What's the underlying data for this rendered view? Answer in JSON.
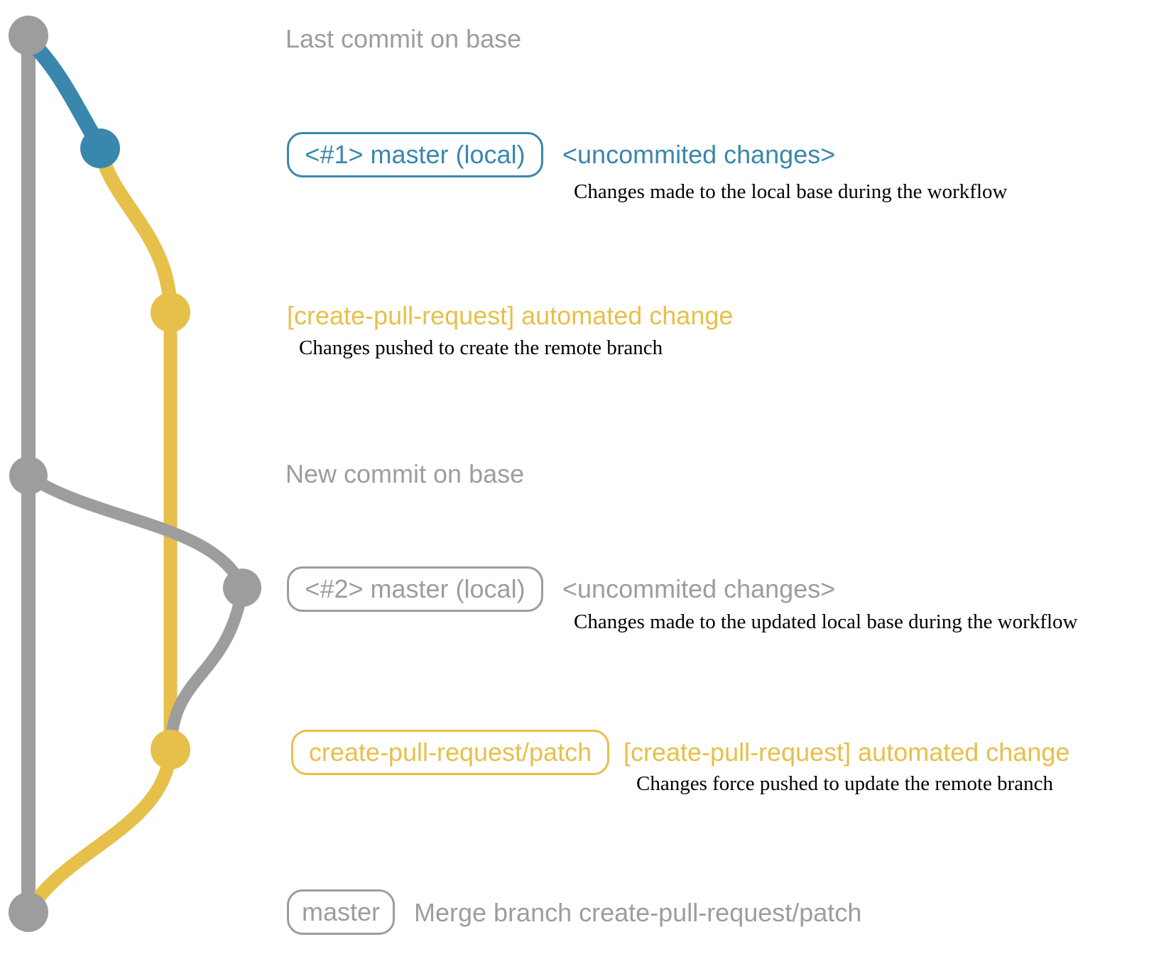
{
  "colors": {
    "gray": "#9d9d9d",
    "blue": "#3a87ad",
    "yellow": "#e6c04a",
    "ink": "#000000"
  },
  "annotations": {
    "last_commit_label": "Last commit on base",
    "commit1": {
      "badge": "<#1> master (local)",
      "message": "<uncommited changes>",
      "description": "Changes made to the local base during the workflow"
    },
    "commit2": {
      "message": "[create-pull-request] automated change",
      "description": "Changes pushed to create the remote branch"
    },
    "new_commit_label": "New commit on base",
    "commit3": {
      "badge": "<#2> master (local)",
      "message": "<uncommited changes>",
      "description": "Changes made to the updated local base during the workflow"
    },
    "commit4": {
      "badge": "create-pull-request/patch",
      "message": "[create-pull-request] automated change",
      "description": "Changes force pushed to update the remote branch"
    },
    "merge_commit": {
      "badge": "master",
      "message": "Merge branch create-pull-request/patch"
    }
  }
}
